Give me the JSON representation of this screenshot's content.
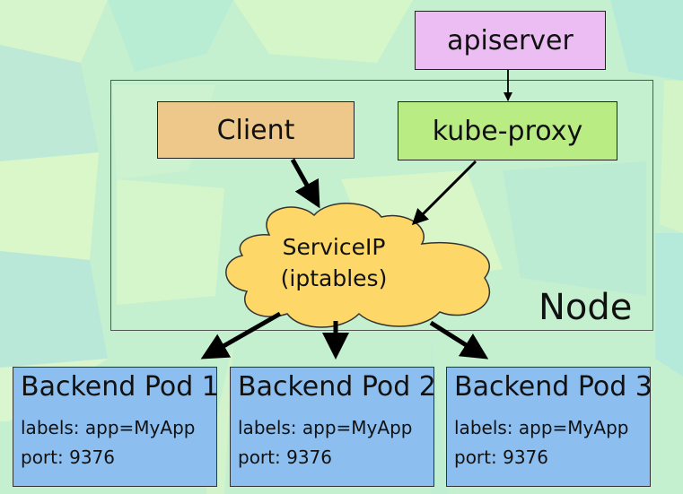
{
  "diagram": {
    "apiserver": "apiserver",
    "client": "Client",
    "kube_proxy": "kube-proxy",
    "service_line1": "ServiceIP",
    "service_line2": "(iptables)",
    "node_label": "Node",
    "pods": [
      {
        "title": "Backend Pod 1",
        "labels": "labels: app=MyApp",
        "port": "port: 9376"
      },
      {
        "title": "Backend Pod 2",
        "labels": "labels: app=MyApp",
        "port": "port: 9376"
      },
      {
        "title": "Backend Pod 3",
        "labels": "labels: app=MyApp",
        "port": "port: 9376"
      }
    ]
  },
  "colors": {
    "background": "#c5f0cf",
    "apiserver": "#ebbdf3",
    "client": "#eec88a",
    "kube_proxy": "#b9ec83",
    "cloud": "#fdd868",
    "pod": "#8cbff0"
  }
}
